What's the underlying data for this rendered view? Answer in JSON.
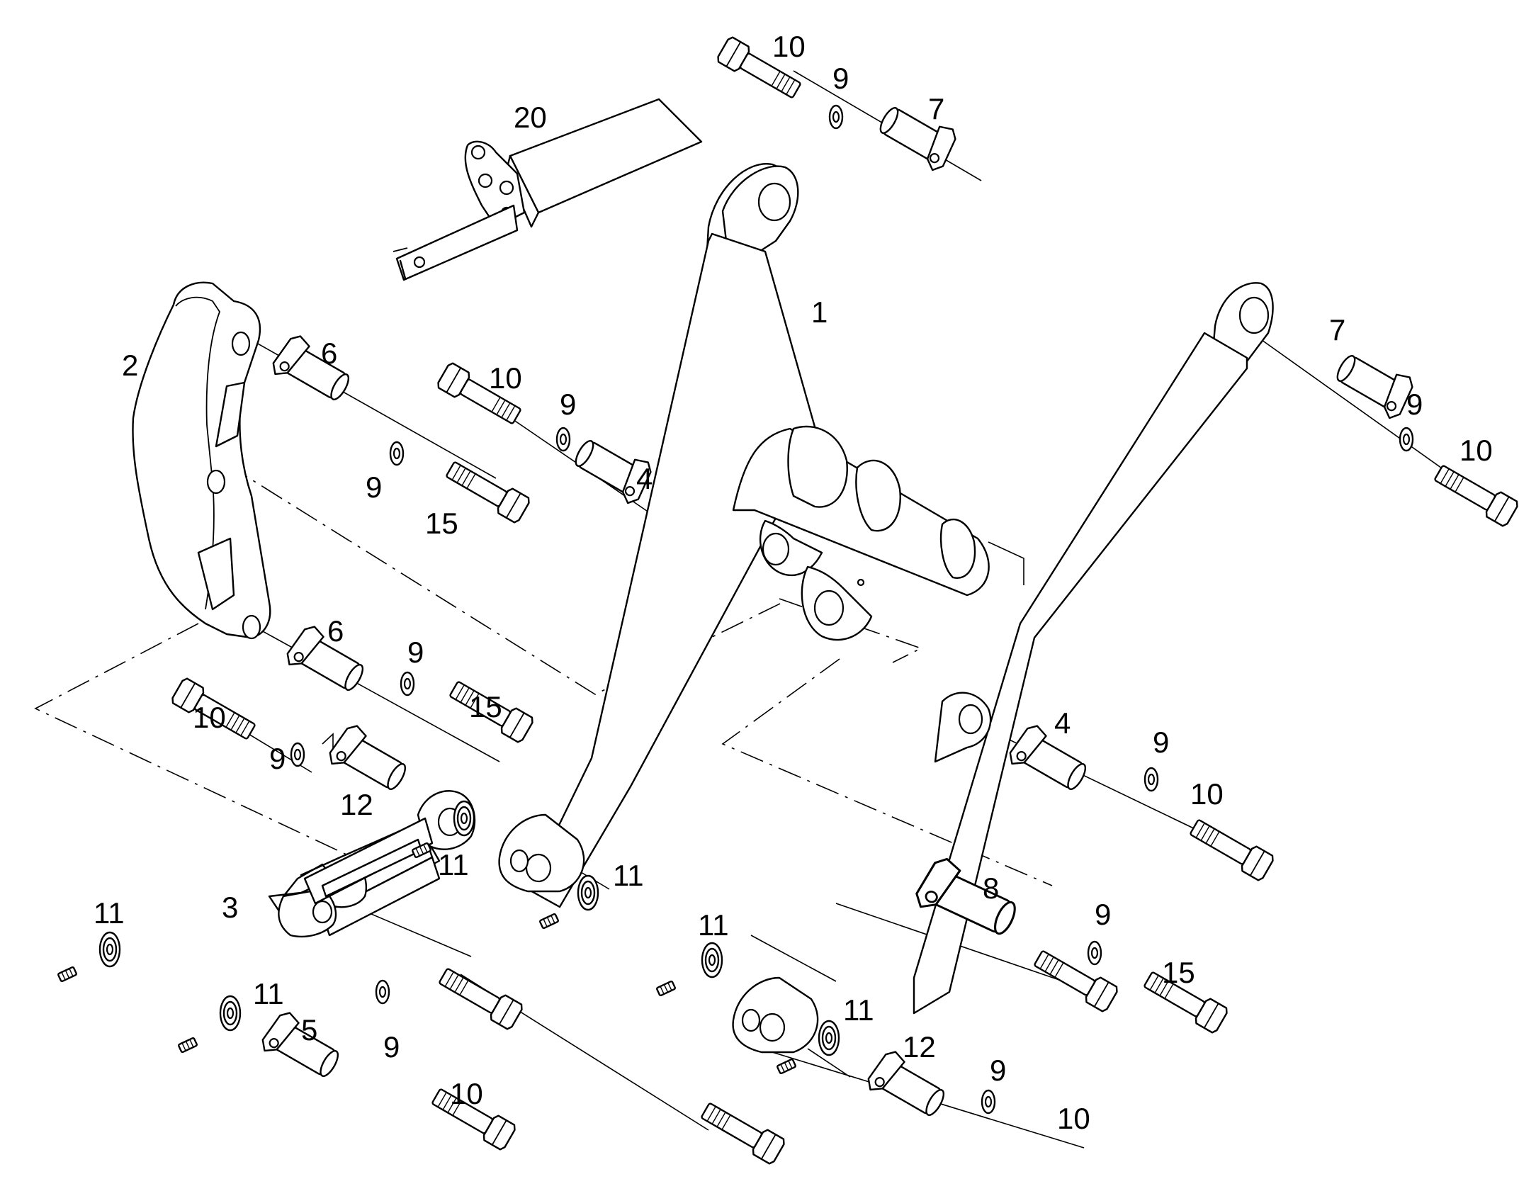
{
  "callouts": {
    "c1": "1",
    "c2": "2",
    "c3": "3",
    "c4a": "4",
    "c4b": "4",
    "c5": "5",
    "c6a": "6",
    "c6b": "6",
    "c7a": "7",
    "c7b": "7",
    "c8": "8",
    "c9a": "9",
    "c9b": "9",
    "c9c": "9",
    "c9d": "9",
    "c9e": "9",
    "c9f": "9",
    "c9g": "9",
    "c9h": "9",
    "c9i": "9",
    "c9j": "9",
    "c10a": "10",
    "c10b": "10",
    "c10c": "10",
    "c10d": "10",
    "c10e": "10",
    "c10f": "10",
    "c10g": "10",
    "c11a": "11",
    "c11b": "11",
    "c11c": "11",
    "c11d": "11",
    "c11e": "11",
    "c11f": "11",
    "c12a": "12",
    "c12b": "12",
    "c15a": "15",
    "c15b": "15",
    "c15c": "15",
    "c20": "20"
  }
}
